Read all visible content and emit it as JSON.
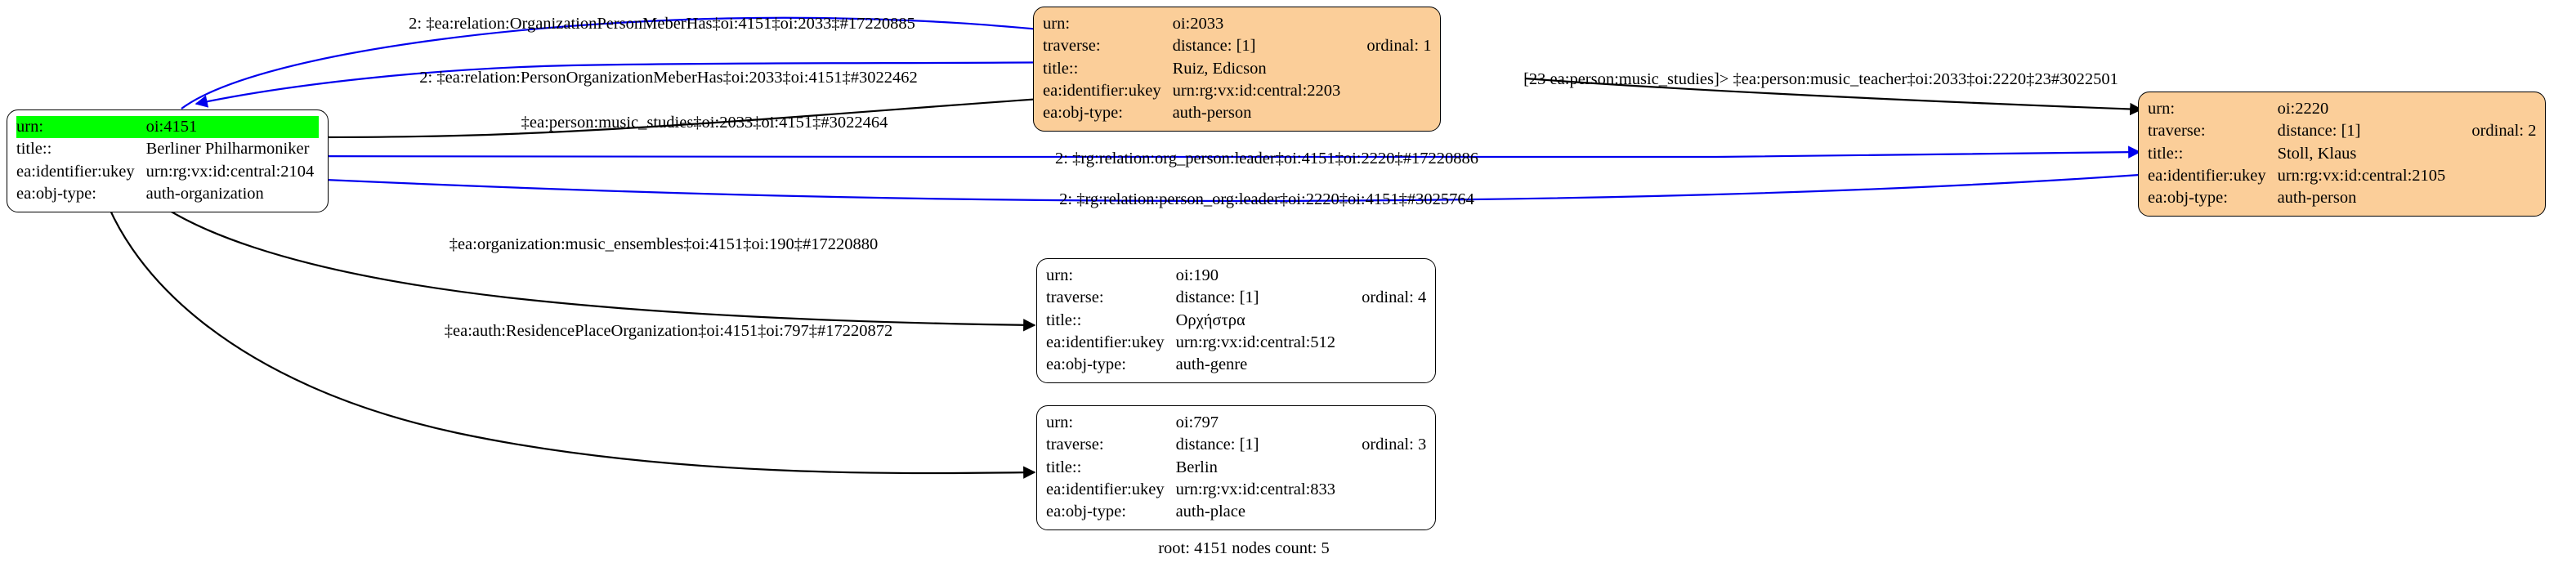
{
  "diagram": {
    "caption": "root: 4151 nodes count: 5",
    "colors": {
      "root_highlight": "#00ff00",
      "person_node_fill": "#fbce99",
      "plain_node_fill": "#ffffff",
      "directed_edge": "#000000",
      "bidirectional_edge": "#0000ee",
      "border": "#000000"
    },
    "field_labels": {
      "urn": "urn:",
      "traverse": "traverse:",
      "title": "title::",
      "ukey": "ea:identifier:ukey",
      "objtype": "ea:obj-type:"
    }
  },
  "nodes": [
    {
      "id": "n4151",
      "fill": "#ffffff",
      "highlighted": true,
      "rows": [
        {
          "key": "urn:",
          "value": "oi:4151",
          "extra": ""
        },
        {
          "key": "title::",
          "value": "Berliner Philharmoniker",
          "extra": ""
        },
        {
          "key": "ea:identifier:ukey",
          "value": "urn:rg:vx:id:central:2104",
          "extra": ""
        },
        {
          "key": "ea:obj-type:",
          "value": "auth-organization",
          "extra": ""
        }
      ]
    },
    {
      "id": "n2033",
      "fill": "#fbce99",
      "highlighted": false,
      "rows": [
        {
          "key": "urn:",
          "value": "oi:2033",
          "extra": ""
        },
        {
          "key": "traverse:",
          "value": "distance: [1]",
          "extra": "ordinal: 1"
        },
        {
          "key": "title::",
          "value": "Ruiz, Edicson",
          "extra": ""
        },
        {
          "key": "ea:identifier:ukey",
          "value": "urn:rg:vx:id:central:2203",
          "extra": ""
        },
        {
          "key": "ea:obj-type:",
          "value": "auth-person",
          "extra": ""
        }
      ]
    },
    {
      "id": "n2220",
      "fill": "#fbce99",
      "highlighted": false,
      "rows": [
        {
          "key": "urn:",
          "value": "oi:2220",
          "extra": ""
        },
        {
          "key": "traverse:",
          "value": "distance: [1]",
          "extra": "ordinal: 2"
        },
        {
          "key": "title::",
          "value": "Stoll, Klaus",
          "extra": ""
        },
        {
          "key": "ea:identifier:ukey",
          "value": "urn:rg:vx:id:central:2105",
          "extra": ""
        },
        {
          "key": "ea:obj-type:",
          "value": "auth-person",
          "extra": ""
        }
      ]
    },
    {
      "id": "n190",
      "fill": "#ffffff",
      "highlighted": false,
      "rows": [
        {
          "key": "urn:",
          "value": "oi:190",
          "extra": ""
        },
        {
          "key": "traverse:",
          "value": "distance: [1]",
          "extra": "ordinal: 4"
        },
        {
          "key": "title::",
          "value": "Ορχήστρα",
          "extra": ""
        },
        {
          "key": "ea:identifier:ukey",
          "value": "urn:rg:vx:id:central:512",
          "extra": ""
        },
        {
          "key": "ea:obj-type:",
          "value": "auth-genre",
          "extra": ""
        }
      ]
    },
    {
      "id": "n797",
      "fill": "#ffffff",
      "highlighted": false,
      "rows": [
        {
          "key": "urn:",
          "value": "oi:797",
          "extra": ""
        },
        {
          "key": "traverse:",
          "value": "distance: [1]",
          "extra": "ordinal: 3"
        },
        {
          "key": "title::",
          "value": "Berlin",
          "extra": ""
        },
        {
          "key": "ea:identifier:ukey",
          "value": "urn:rg:vx:id:central:833",
          "extra": ""
        },
        {
          "key": "ea:obj-type:",
          "value": "auth-place",
          "extra": ""
        }
      ]
    }
  ],
  "edges": [
    {
      "id": "e1",
      "label": "2: ‡ea:relation:OrganizationPersonMeberHas‡oi:4151‡oi:2033‡#17220885",
      "from": "n4151",
      "to": "n2033",
      "color": "#0000ee"
    },
    {
      "id": "e2",
      "label": "2: ‡ea:relation:PersonOrganizationMeberHas‡oi:2033‡oi:4151‡#3022462",
      "from": "n2033",
      "to": "n4151",
      "color": "#0000ee"
    },
    {
      "id": "e3",
      "label": "‡ea:person:music_studies‡oi:2033‡oi:4151‡#3022464",
      "from": "n2033",
      "to": "n4151",
      "color": "#000000"
    },
    {
      "id": "e4",
      "label": "[23 ea:person:music_studies]> ‡ea:person:music_teacher‡oi:2033‡oi:2220‡23#3022501",
      "from": "n2033",
      "to": "n2220",
      "color": "#000000"
    },
    {
      "id": "e5",
      "label": "2: ‡rg:relation:org_person:leader‡oi:4151‡oi:2220‡#17220886",
      "from": "n4151",
      "to": "n2220",
      "color": "#0000ee"
    },
    {
      "id": "e6",
      "label": "2: ‡rg:relation:person_org:leader‡oi:2220‡oi:4151‡#3025764",
      "from": "n2220",
      "to": "n4151",
      "color": "#0000ee"
    },
    {
      "id": "e7",
      "label": "‡ea:organization:music_ensembles‡oi:4151‡oi:190‡#17220880",
      "from": "n4151",
      "to": "n190",
      "color": "#000000"
    },
    {
      "id": "e8",
      "label": "‡ea:auth:ResidencePlaceOrganization‡oi:4151‡oi:797‡#17220872",
      "from": "n4151",
      "to": "n797",
      "color": "#000000"
    }
  ]
}
